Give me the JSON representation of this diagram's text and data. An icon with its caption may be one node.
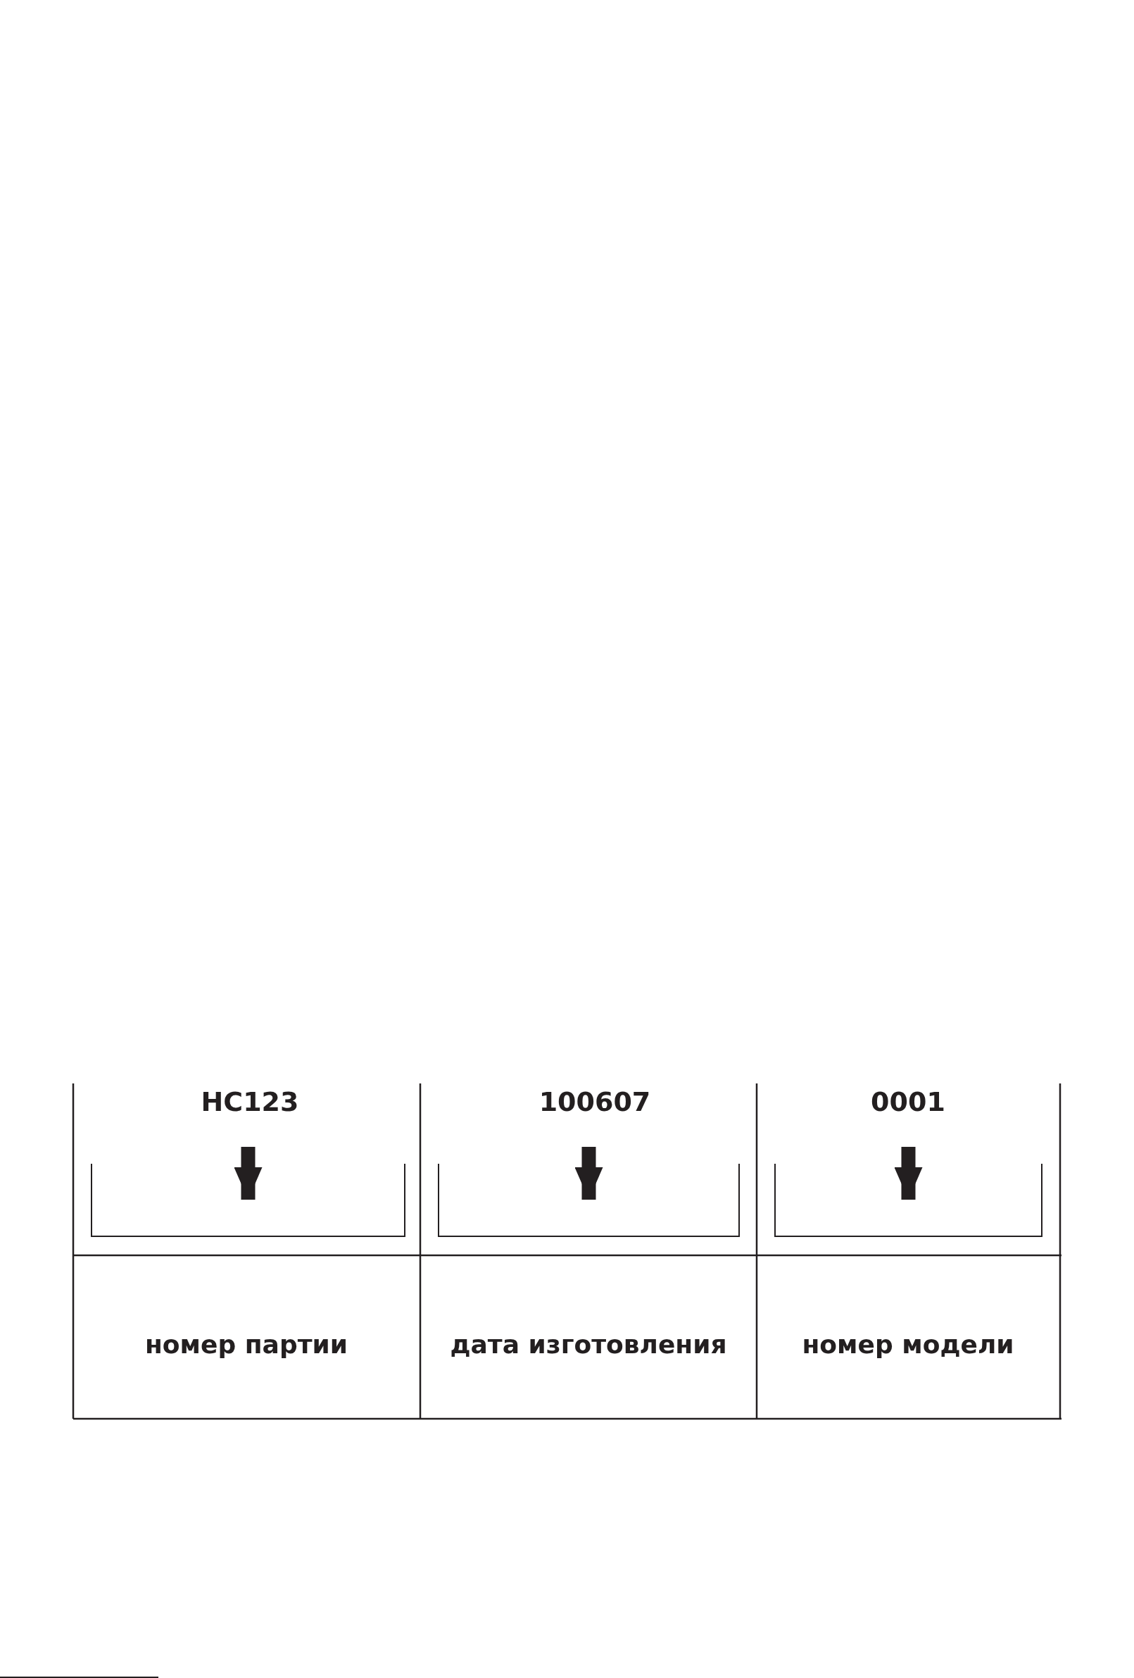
{
  "diagram": {
    "nodes": [
      {
        "text": [
          "HC123"
        ]
      },
      {
        "text": [],
        "shape": "box"
      },
      {
        "text": [
          "100607"
        ]
      },
      {
        "text": [],
        "shape": "box"
      },
      {
        "text": [
          "0001"
        ]
      },
      {
        "text": [],
        "shape": "box"
      }
    ],
    "edges": [
      {
        "from": 0,
        "to": 1,
        "arrow": "to"
      },
      {
        "from": 2,
        "to": 3,
        "arrow": "to"
      },
      {
        "from": 4,
        "to": 5,
        "arrow": "to"
      }
    ],
    "labels": [
      "номер партии",
      "дата изготовления",
      "номер модели"
    ]
  }
}
